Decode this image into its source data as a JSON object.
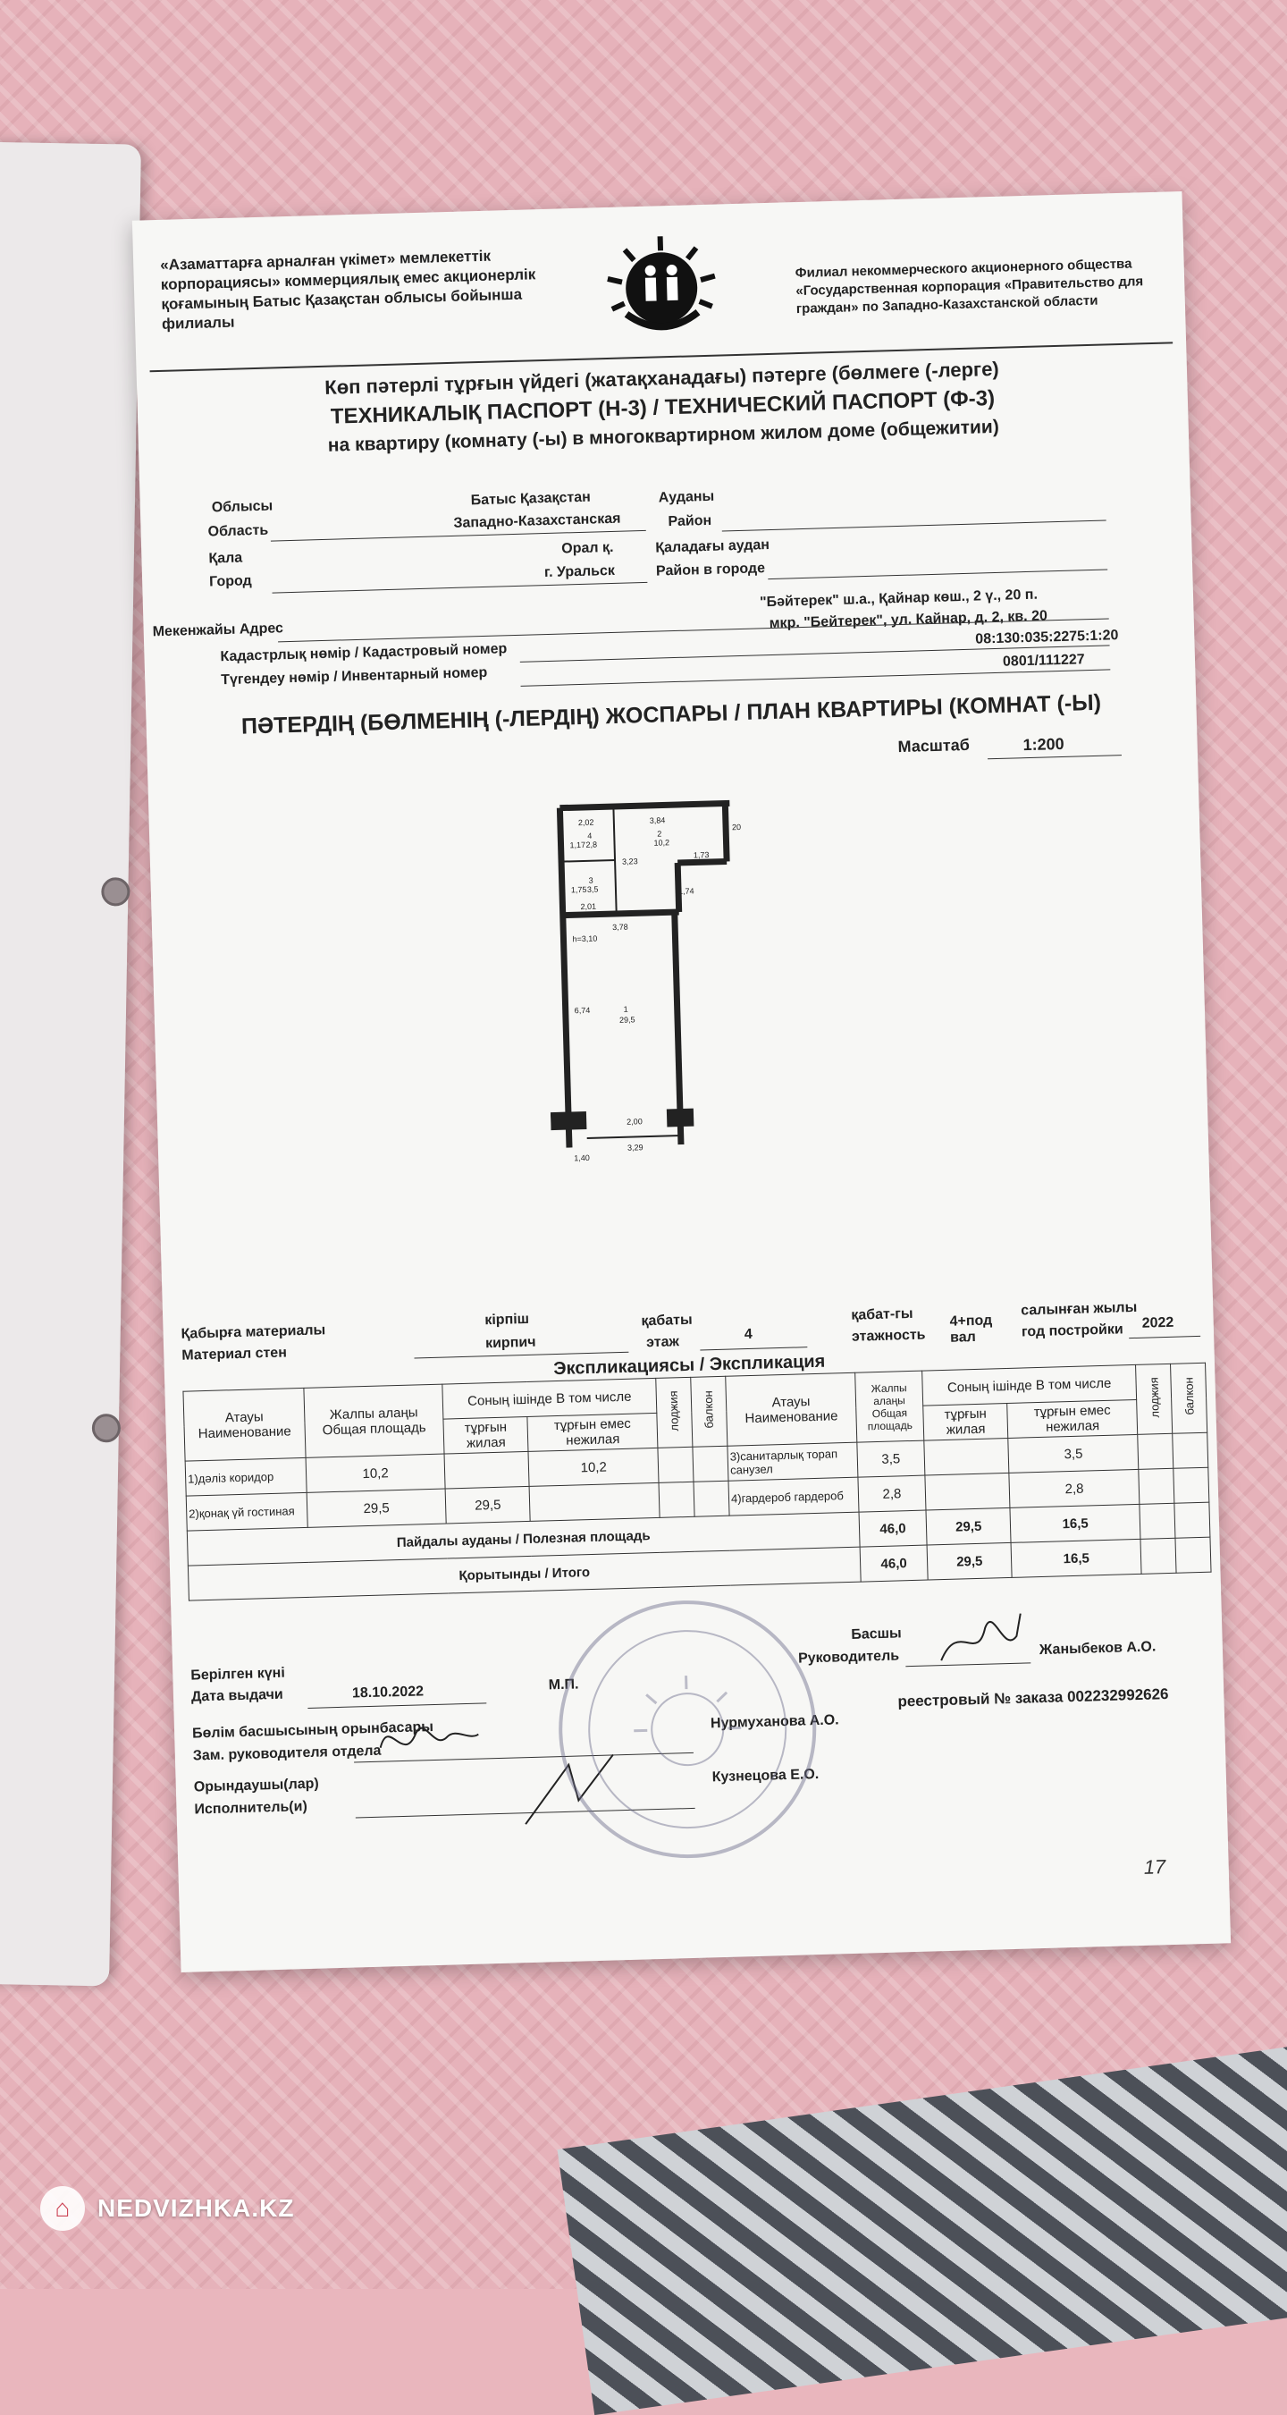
{
  "watermark": "NEDVIZHKA.KZ",
  "header": {
    "left_org": "«Азаматтарға арналған үкімет» мемлекеттік корпорациясы» коммерциялық емес акционерлік қоғамының Батыс Қазақстан облысы бойынша филиалы",
    "right_org": "Филиал некоммерческого акционерного общества «Государственная корпорация «Правительство для граждан» по Западно-Казахстанской области"
  },
  "titles": {
    "line1": "Көп пәтерлі тұрғын үйдегі (жатақханадағы) пәтерге (бөлмеге (-лерге)",
    "line2": "ТЕХНИКАЛЫҚ ПАСПОРТ (Н-3) / ТЕХНИЧЕСКИЙ ПАСПОРТ (Ф-3)",
    "line3": "на квартиру (комнату (-ы) в многоквартирном жилом доме (общежитии)"
  },
  "fields": {
    "oblys_kz": "Облысы",
    "oblast_ru": "Область",
    "oblast_val_kz": "Батыс Қазақстан",
    "oblast_val_ru": "Западно-Казахстанская",
    "audany_kz": "Ауданы",
    "rayon_ru": "Район",
    "kala_kz": "Қала",
    "gorod_ru": "Город",
    "city_val_kz": "Орал қ.",
    "city_val_ru": "г. Уральск",
    "kalady_audan_kz": "Қаладағы аудан",
    "rayon_gorode_ru": "Район в городе",
    "address_label": "Мекенжайы Адрес",
    "address_val_kz": "\"Бәйтерек\" ш.а., Қайнар көш., 2 ү., 20 п.",
    "address_val_ru": "мкр. \"Бейтерек\", ул. Кайнар, д. 2, кв. 20",
    "cadastral_label": "Кадастрлық нөмір / Кадастровый номер",
    "cadastral_val": "08:130:035:2275:1:20",
    "inventory_label": "Түгендеу нөмір / Инвентарный номер",
    "inventory_val": "0801/111227"
  },
  "plan": {
    "title": "ПӘТЕРДІҢ (БӨЛМЕНІҢ (-ЛЕРДІҢ) ЖОСПАРЫ / ПЛАН КВАРТИРЫ (КОМНАТ (-Ы)",
    "scale_label": "Масштаб",
    "scale_val": "1:200",
    "labels": {
      "d1": "2,02",
      "d2": "3,84",
      "d3": "1,73",
      "d4": "1,17",
      "d5": "3,23",
      "d6": "1,75",
      "d7": "2,01",
      "d8": "1,74",
      "d9": "3,78",
      "d10": "h=3,10",
      "d11": "6,74",
      "d12": "2,00",
      "d13": "3,29",
      "d14": "1,40",
      "room1_num": "1",
      "room1_area": "29,5",
      "room2_num": "2",
      "room2_area": "10,2",
      "room3_num": "3",
      "room3_area": "3,5",
      "room4_num": "4",
      "room4_area": "2,8",
      "door_mark": "20"
    }
  },
  "material": {
    "label_kz": "Қабырға материалы",
    "label_ru": "Материал стен",
    "val_kz": "кірпіш",
    "val_ru": "кирпич",
    "floor_label_kz": "қабаты",
    "floor_label_ru": "этаж",
    "floor_val": "4",
    "floors_label_kz": "қабат-гы",
    "floors_label_ru": "этажность",
    "floors_val": "4+под вал",
    "year_label_kz": "салынған жылы",
    "year_label_ru": "год постройки",
    "year_val": "2022"
  },
  "explication": {
    "title": "Экспликациясы / Экспликация",
    "col_name": "Атауы Наименование",
    "col_total": "Жалпы алаңы Общая площадь",
    "col_incl": "Соның ішінде В том числе",
    "col_living": "тұрғын жилая",
    "col_nonliving": "тұрғын емес нежилая",
    "col_loggia": "лоджия",
    "col_balcony": "балкон",
    "col_total_short": "Жалпы алаңы Общая площадь",
    "rows_left": [
      {
        "name": "1)дәліз коридор",
        "total": "10,2",
        "living": "",
        "nonliving": "10,2"
      },
      {
        "name": "2)қонақ үй гостиная",
        "total": "29,5",
        "living": "29,5",
        "nonliving": ""
      }
    ],
    "rows_right": [
      {
        "name": "3)санитарлық торап санузел",
        "total": "3,5",
        "living": "",
        "nonliving": "3,5"
      },
      {
        "name": "4)гардероб гардероб",
        "total": "2,8",
        "living": "",
        "nonliving": "2,8"
      }
    ],
    "useful_label": "Пайдалы ауданы / Полезная площадь",
    "useful": {
      "total": "46,0",
      "living": "29,5",
      "nonliving": "16,5"
    },
    "sum_label": "Қорытынды / Итого",
    "sum": {
      "total": "46,0",
      "living": "29,5",
      "nonliving": "16,5"
    }
  },
  "footer": {
    "head_label_kz": "Басшы",
    "head_label_ru": "Руководитель",
    "head_name": "Жаныбеков А.О.",
    "issue_label_kz": "Берілген күні",
    "issue_label_ru": "Дата выдачи",
    "issue_date": "18.10.2022",
    "mp": "М.П.",
    "registry": "реестровый № заказа 002232992626",
    "deputy_label_kz": "Бөлім басшысының орынбасары",
    "deputy_label_ru": "Зам. руководителя отдела",
    "deputy_name": "Нурмуханова А.О.",
    "executor_label_kz": "Орындаушы(лар)",
    "executor_label_ru": "Исполнитель(и)",
    "executor_name": "Кузнецова Е.О.",
    "page_num": "17"
  }
}
